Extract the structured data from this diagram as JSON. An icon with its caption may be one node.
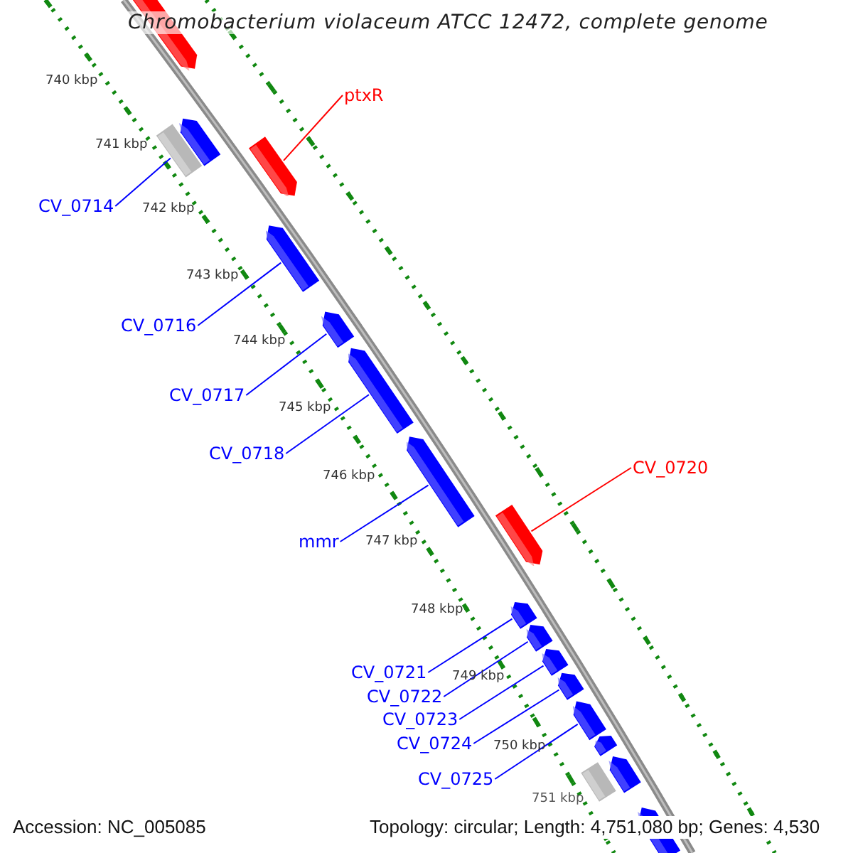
{
  "diagram": {
    "title": "Chromobacterium violaceum ATCC 12472, complete genome",
    "nodes": [
      {
        "text": [
          "ptxR"
        ]
      },
      {
        "text": [],
        "shape": "bar"
      },
      {
        "text": [
          "CV_0714"
        ]
      },
      {
        "text": [],
        "shape": "bar"
      },
      {
        "text": [
          "CV_0716"
        ]
      },
      {
        "text": [],
        "shape": "bar"
      },
      {
        "text": [
          "CV_0717"
        ]
      },
      {
        "text": [],
        "shape": "bar"
      },
      {
        "text": [
          "CV_0718"
        ]
      },
      {
        "text": [],
        "shape": "bar"
      },
      {
        "text": [
          "mmr"
        ]
      },
      {
        "text": [],
        "shape": "bar"
      },
      {
        "text": [
          "CV_0720"
        ]
      },
      {
        "text": [],
        "shape": "bar"
      },
      {
        "text": [
          "CV_0721"
        ]
      },
      {
        "text": [],
        "shape": "bar"
      },
      {
        "text": [
          "CV_0722"
        ]
      },
      {
        "text": [],
        "shape": "bar"
      },
      {
        "text": [
          "CV_0723"
        ]
      },
      {
        "text": [],
        "shape": "bar"
      },
      {
        "text": [
          "CV_0724"
        ]
      },
      {
        "text": [],
        "shape": "bar"
      },
      {
        "text": [
          "CV_0725"
        ]
      },
      {
        "text": [],
        "shape": "bar"
      }
    ],
    "edges": [
      {
        "from": 0,
        "to": 1,
        "arrow": "none",
        "color": "#ff0000"
      },
      {
        "from": 2,
        "to": 3,
        "arrow": "none"
      },
      {
        "from": 4,
        "to": 5,
        "arrow": "none"
      },
      {
        "from": 6,
        "to": 7,
        "arrow": "none"
      },
      {
        "from": 8,
        "to": 9,
        "arrow": "none"
      },
      {
        "from": 10,
        "to": 11,
        "arrow": "none"
      },
      {
        "from": 12,
        "to": 13,
        "arrow": "none",
        "color": "#ff0000"
      },
      {
        "from": 14,
        "to": 15,
        "arrow": "none"
      },
      {
        "from": 16,
        "to": 17,
        "arrow": "none"
      },
      {
        "from": 18,
        "to": 19,
        "arrow": "none"
      },
      {
        "from": 20,
        "to": 21,
        "arrow": "none"
      },
      {
        "from": 22,
        "to": 23,
        "arrow": "none"
      }
    ],
    "labels": [
      "740 kbp",
      "741 kbp",
      "742 kbp",
      "743 kbp",
      "744 kbp",
      "745 kbp",
      "746 kbp",
      "747 kbp",
      "748 kbp",
      "749 kbp",
      "750 kbp",
      "751 kbp",
      "Accession: NC_005085",
      "Topology: circular; Length: 4,751,080 bp; Genes: 4,530"
    ]
  }
}
